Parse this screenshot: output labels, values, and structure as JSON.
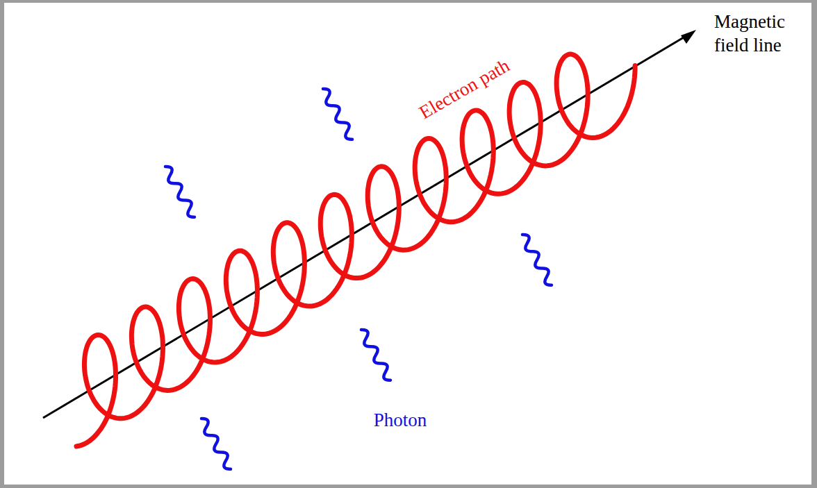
{
  "diagram": {
    "labels": [
      "Magnetic field line",
      "Electron path",
      "Photon"
    ]
  }
}
